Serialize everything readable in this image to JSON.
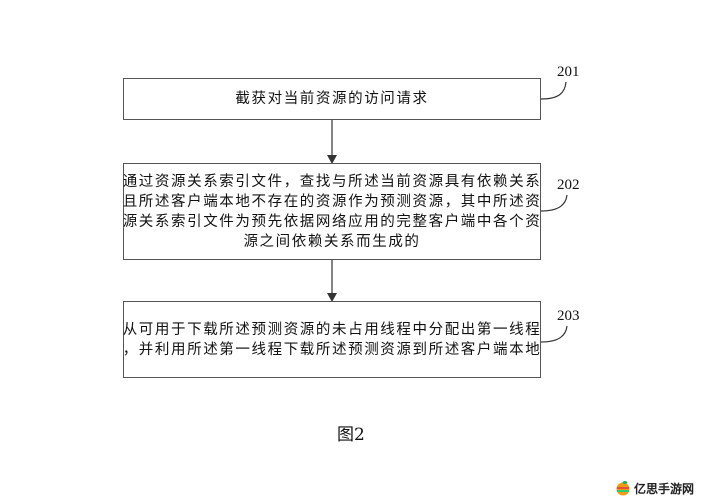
{
  "steps": [
    {
      "id": "201",
      "lines": [
        "截获对当前资源的访问请求"
      ]
    },
    {
      "id": "202",
      "lines": [
        "通过资源关系索引文件，查找与所述当前资源具有依赖关系",
        "且所述客户端本地不存在的资源作为预测资源，其中所述资",
        "源关系索引文件为预先依据网络应用的完整客户端中各个资",
        "源之间依赖关系而生成的"
      ]
    },
    {
      "id": "203",
      "lines": [
        "从可用于下载所述预测资源的未占用线程中分配出第一线程",
        "，并利用所述第一线程下载所述预测资源到所述客户端本地"
      ]
    }
  ],
  "caption": "图2",
  "watermark": {
    "text": "亿思手游网"
  }
}
